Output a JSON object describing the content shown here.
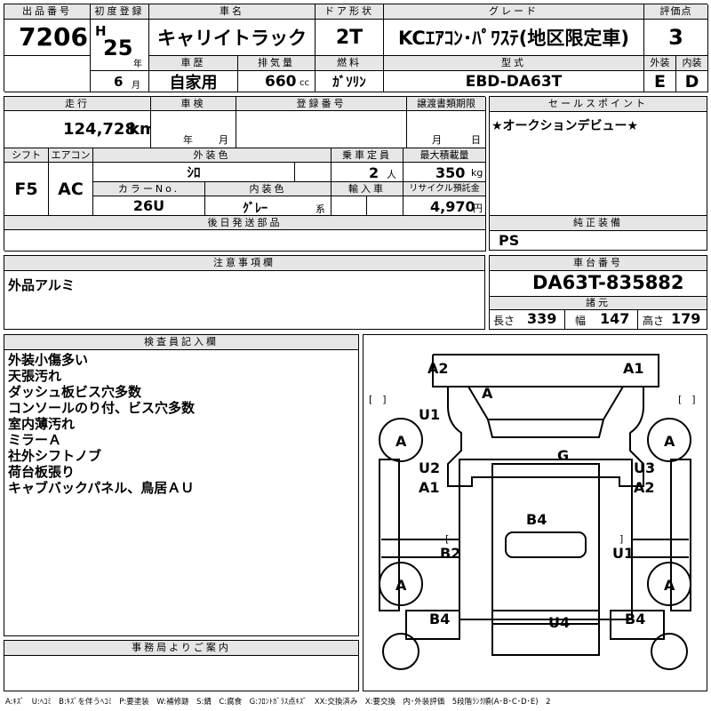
{
  "top": {
    "lot_no_label": "出品番号",
    "lot_no": "7206",
    "first_reg_label": "初度登録",
    "era": "H",
    "year": "25",
    "year_unit": "年",
    "month": "6",
    "month_unit": "月",
    "car_name_label": "車名",
    "car_name": "キャリイトラック",
    "door_label": "ドア形状",
    "door": "2T",
    "grade_label": "グレード",
    "grade": "KCｴｱｺﾝ･ﾊﾟﾜｽﾃ(地区限定車)",
    "score_label": "評価点",
    "score": "3",
    "history_label": "車歴",
    "history": "自家用",
    "displacement_label": "排気量",
    "displacement": "660",
    "displacement_unit": "cc",
    "fuel_label": "燃料",
    "fuel": "ｶﾞｿﾘﾝ",
    "model_label": "型式",
    "model": "EBD-DA63T",
    "exterior_label": "外装",
    "exterior": "E",
    "interior_label": "内装",
    "interior": "D"
  },
  "mid": {
    "mileage_label": "走行",
    "mileage": "124,728",
    "mileage_unit": "km",
    "inspection_label": "車検",
    "insp_year_unit": "年",
    "insp_month_unit": "月",
    "reg_no_label": "登録番号",
    "transfer_label": "譲渡書類期限",
    "transfer_month_unit": "月",
    "transfer_day_unit": "日",
    "shift_label": "シフト",
    "shift": "F5",
    "ac_label": "エアコン",
    "ac": "AC",
    "color_label": "外装色",
    "color": "ｼﾛ",
    "capacity_label": "乗車定員",
    "capacity": "2",
    "capacity_unit": "人",
    "load_label": "最大積載量",
    "load": "350",
    "load_unit": "kg",
    "color_no_label": "カラーNo.",
    "color_no": "26U",
    "int_color_label": "内装色",
    "int_color": "ｸﾞﾚｰ",
    "int_color_suffix": "系",
    "import_label": "輸入車",
    "recycle_label": "リサイクル預託金",
    "recycle": "4,970",
    "recycle_unit": "円",
    "later_parts_label": "後日発送部品",
    "sales_point_label": "セールスポイント",
    "sales_point": "★オークションデビュー★",
    "equipment_label": "純正装備",
    "equipment": "PS",
    "caution_label": "注意事項欄",
    "caution": "外品アルミ",
    "chassis_label": "車台番号",
    "chassis": "DA63T-835882",
    "dims_label": "諸元",
    "length_label": "長さ",
    "length": "339",
    "width_label": "幅",
    "width": "147",
    "height_label": "高さ",
    "height": "179"
  },
  "inspector": {
    "label": "検査員記入欄",
    "notes": [
      "外装小傷多い",
      "天張汚れ",
      "ダッシュ板ビス穴多数",
      "コンソールのり付、ビス穴多数",
      "室内薄汚れ",
      "ミラーＡ",
      "社外シフトノブ",
      "荷台板張り",
      "キャブバックパネル、鳥居ＡＵ"
    ]
  },
  "office_label": "事務局よりご案内",
  "diagram": {
    "marks": {
      "front_left": "A2",
      "front_right": "A1",
      "windshield": "A",
      "left_front_door": "U1",
      "left_front_tire": "A",
      "right_front_tire": "A",
      "bed": "G",
      "left_side_upper": "U2",
      "left_side_lower": "A1",
      "right_side_upper": "U3",
      "right_side_lower": "A2",
      "bed_floor": "B4",
      "left_rear_sill": "B2",
      "right_rear_sill": "U1",
      "left_rear_tire": "A",
      "right_rear_tire": "A",
      "left_rear": "B4",
      "rear_gate": "U4",
      "right_rear": "B4"
    }
  },
  "legend": "A:ｷｽﾞ　U:ﾍｺﾐ　B:ｷｽﾞを伴うﾍｺﾐ　P:要塗装　W:補修跡　S:錆　C:腐食　G:ﾌﾛﾝﾄｶﾞﾗｽ点ｷｽﾞ　XX:交換済み　X:要交換　内･外装評価　5段階ﾗﾝｸ順(A･B･C･D･E)　2"
}
